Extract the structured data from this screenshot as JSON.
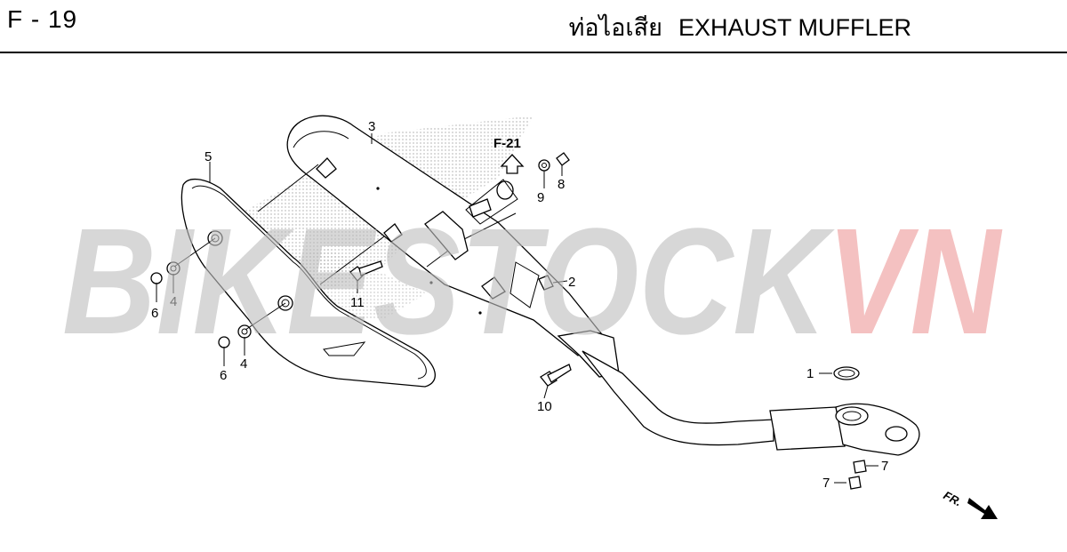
{
  "header": {
    "page_code": "F - 19",
    "title_thai": "ท่อไอเสีย",
    "title_en": "EXHAUST MUFFLER"
  },
  "watermark": {
    "text_main": "BIKESTOCK",
    "text_accent": "VN"
  },
  "reference": {
    "label": "F-21"
  },
  "direction": {
    "label": "FR."
  },
  "callouts": {
    "c1": "1",
    "c2": "2",
    "c3": "3",
    "c4a": "4",
    "c4b": "4",
    "c5": "5",
    "c6a": "6",
    "c6b": "6",
    "c7a": "7",
    "c7b": "7",
    "c8": "8",
    "c9": "9",
    "c10": "10",
    "c11": "11"
  }
}
